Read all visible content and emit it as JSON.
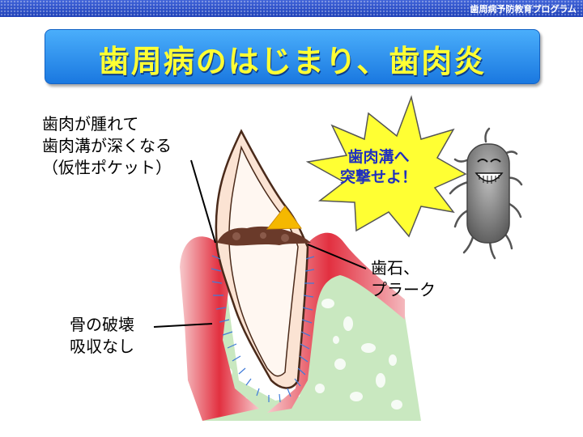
{
  "header": {
    "series_title": "歯周病予防教育プログラム"
  },
  "slide": {
    "title": "歯周病のはじまり、歯肉炎"
  },
  "labels": {
    "gum_swelling": [
      "歯肉が腫れて",
      "歯肉溝が深くなる",
      "（仮性ポケット）"
    ],
    "tartar": [
      "歯石、",
      "プラーク"
    ],
    "bone": [
      "骨の破壊",
      "吸収なし"
    ]
  },
  "speech_burst": [
    "歯肉溝へ",
    "突撃せよ！"
  ],
  "colors": {
    "title_text": "#ffff33",
    "title_box": "#2a8cf0",
    "gum": "#e23040",
    "bone": "#c9e8c0",
    "tooth": "#fbe3d3",
    "tartar": "#6a3a2a",
    "plaque": "#f5b800",
    "burst": "#ffff33",
    "nerve_lines": "#3f7bd9"
  }
}
